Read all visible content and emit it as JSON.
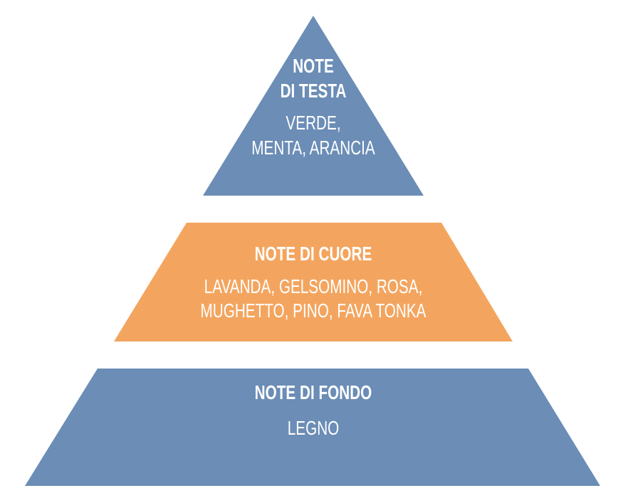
{
  "colors": {
    "top": "#6b8db6",
    "middle": "#f3a55f",
    "bottom": "#6b8db6",
    "text": "#ffffff"
  },
  "levels": [
    {
      "title_lines": [
        "NOTE",
        "DI TESTA"
      ],
      "items_lines": [
        "VERDE,",
        "MENTA, ARANCIA"
      ]
    },
    {
      "title_lines": [
        "NOTE DI CUORE"
      ],
      "items_lines": [
        "LAVANDA, GELSOMINO, ROSA,",
        "MUGHETTO, PINO, FAVA TONKA"
      ]
    },
    {
      "title_lines": [
        "NOTE DI FONDO"
      ],
      "items_lines": [
        "LEGNO"
      ]
    }
  ]
}
